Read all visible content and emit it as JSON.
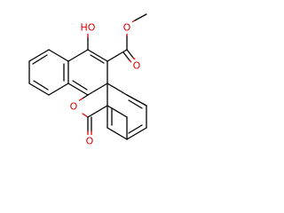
{
  "structure": {
    "atoms": {
      "hydroxyl_oxygen": "HO",
      "ester_carbonyl_oxygen": "O",
      "ester_ether_oxygen": "O",
      "ring_oxygen": "O",
      "lactone_carbonyl_oxygen": "O"
    },
    "colors": {
      "bond": "#000000",
      "oxygen": "#e00000",
      "background": "#ffffff"
    }
  }
}
